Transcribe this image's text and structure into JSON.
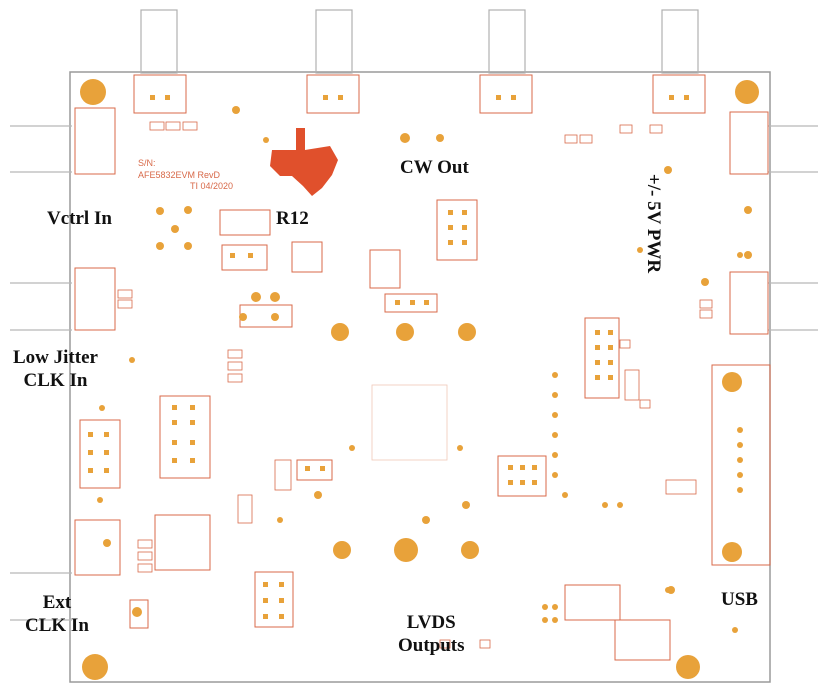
{
  "labels": {
    "cw_out": "CW Out",
    "vctrl_in": "Vctrl In",
    "r12": "R12",
    "pwr": "+/- 5V PWR",
    "low_jitter_line1": "Low Jitter",
    "low_jitter_line2": "CLK In",
    "ext_line1": "Ext",
    "ext_line2": "CLK In",
    "usb": "USB",
    "lvds_line1": "LVDS",
    "lvds_line2": "Outputs"
  },
  "silkscreen": {
    "board_name": "AFE5832EVM RevD",
    "board_date": "TI 04/2020",
    "sn": "S/N:"
  },
  "colors": {
    "board_outline": "#9a9a9a",
    "copper_pad": "#e8a23a",
    "silkscreen": "#d86a4a",
    "logo": "#e0502c",
    "label_text": "#111111"
  }
}
